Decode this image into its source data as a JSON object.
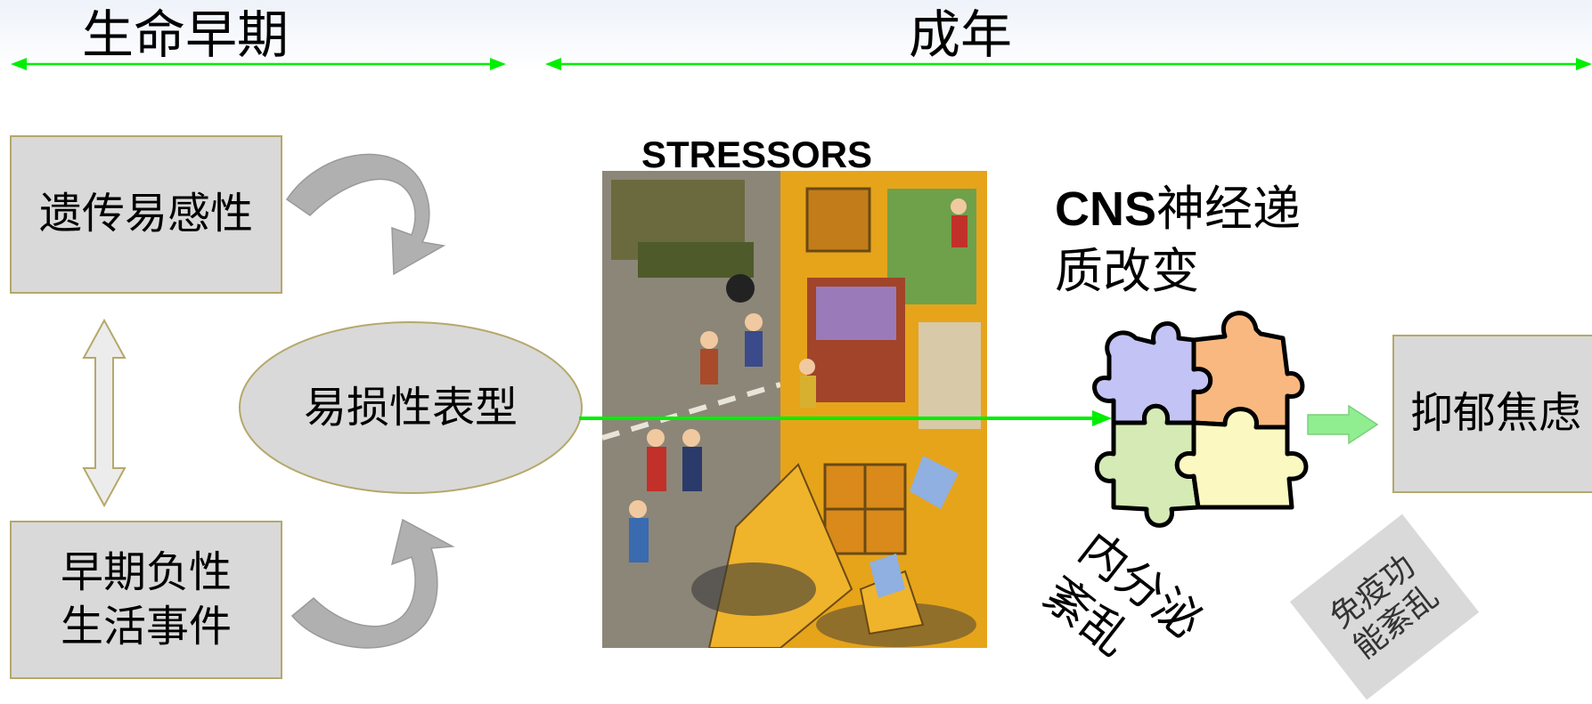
{
  "header": {
    "early_life": "生命早期",
    "adulthood": "成年"
  },
  "left": {
    "genetic": "遗传易感性",
    "vulnerable_phenotype": "易损性表型",
    "early_events_line1": "早期负性",
    "early_events_line2": "生活事件"
  },
  "middle": {
    "stressors_title": "STRESSORS"
  },
  "right": {
    "cns_prefix": "CNS",
    "cns_line1_rest": "神经递",
    "cns_line2": "质改变",
    "endocrine_line1": "内分泌",
    "endocrine_line2": "紊乱",
    "immune_line1": "免疫功",
    "immune_line2": "能紊乱",
    "outcome": "抑郁焦虑"
  },
  "colors": {
    "arrow_green": "#00ee00",
    "box_fill": "#d9d9d9",
    "box_border": "#b5a86a",
    "puzzle_purple": "#c3c3f5",
    "puzzle_orange": "#f9b880",
    "puzzle_green": "#d5eab5",
    "puzzle_yellow": "#fbf8c2",
    "outcome_arrow": "#90ee90"
  }
}
